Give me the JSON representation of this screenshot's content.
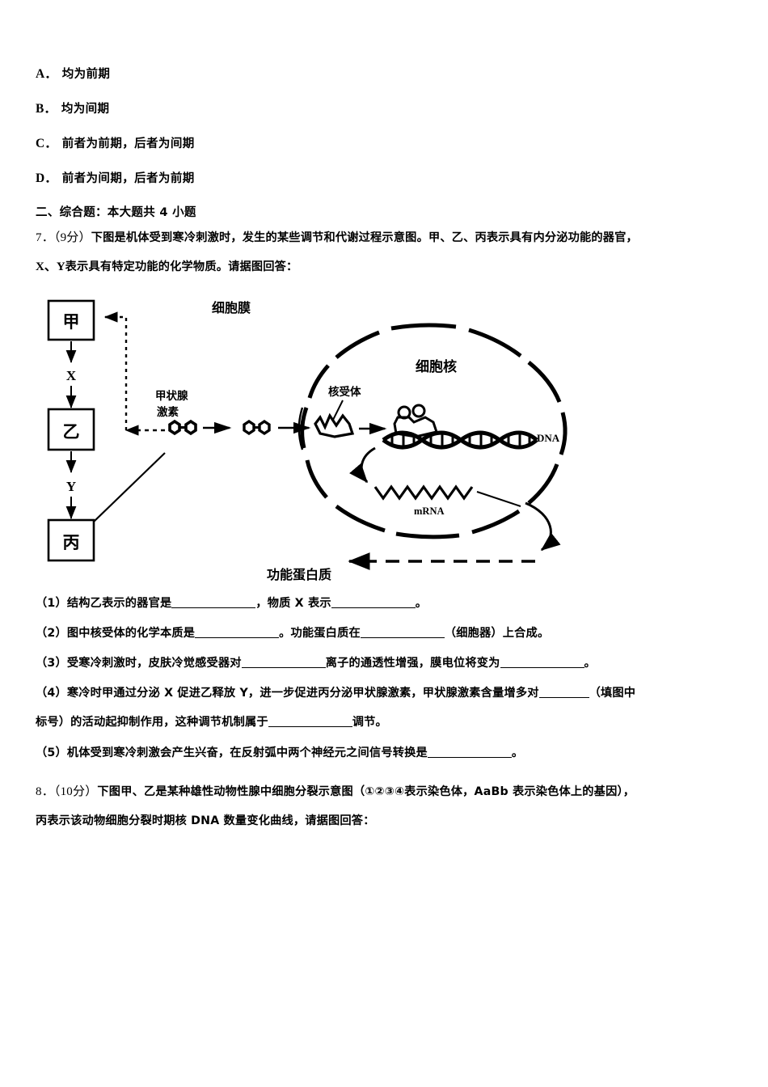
{
  "document": {
    "type": "exam-paper",
    "subject_hint": "biology",
    "page_bg": "#ffffff",
    "text_color": "#000000"
  },
  "choices": [
    {
      "label": "A",
      "text": "均为前期"
    },
    {
      "label": "B",
      "text": "均为间期"
    },
    {
      "label": "C",
      "text": "前者为前期，后者为间期"
    },
    {
      "label": "D",
      "text": "前者为间期，后者为前期"
    }
  ],
  "section": {
    "heading": "二、综合题：本大题共 4 小题"
  },
  "question7": {
    "number": "7．",
    "score": "（9分）",
    "stem_line1": "下图是机体受到寒冷刺激时，发生的某些调节和代谢过程示意图。甲、乙、丙表示具有内分泌功能的器官，",
    "stem_line2_latin": "X、Y",
    "stem_line2": "表示具有特定功能的化学物质。请据图回答：",
    "subquestions": [
      {
        "marker": "（1）",
        "part1": "结构乙表示的器官是",
        "part2": "，物质 X 表示",
        "part3": "。"
      },
      {
        "marker": "（2）",
        "part1": "图中核受体的化学本质是",
        "part2": "。功能蛋白质在",
        "part3": "（细胞器）上合成。"
      },
      {
        "marker": "（3）",
        "part1": "受寒冷刺激时，皮肤冷觉感受器对",
        "part2": "离子的通透性增强，膜电位将变为",
        "part3": "。"
      },
      {
        "marker": "（4）",
        "part1": "寒冷时甲通过分泌 X 促进乙释放 Y，进一步促进丙分泌甲状腺激素，甲状腺激素含量增多对",
        "part2": "（填图中",
        "cont_part1": "标号）的活动起抑制作用，这种调节机制属于",
        "cont_part2": "调节。"
      },
      {
        "marker": "（5）",
        "part1": "机体受到寒冷刺激会产生兴奋，在反射弧中两个神经元之间信号转换是",
        "part2": "。"
      }
    ]
  },
  "figure": {
    "name": "cold-stimulus-endocrine-diagram",
    "boxes": [
      {
        "id": "jia",
        "label": "甲"
      },
      {
        "id": "yi",
        "label": "乙"
      },
      {
        "id": "bing",
        "label": "丙"
      }
    ],
    "arrow_labels": [
      {
        "id": "x",
        "label": "X"
      },
      {
        "id": "y",
        "label": "Y"
      }
    ],
    "labels": {
      "cell_membrane": "细胞膜",
      "thyroid_hormone": "甲状腺\n激素",
      "thyroid_hormone_line1": "甲状腺",
      "thyroid_hormone_line2": "激素",
      "nuclear_receptor": "核受体",
      "nucleus": "细胞核",
      "dna": "DNA",
      "mrna": "mRNA",
      "functional_protein": "功能蛋白质"
    }
  },
  "question8": {
    "number": "8．",
    "score": "（10分）",
    "stem_line1": "下图甲、乙是某种雄性动物性腺中细胞分裂示意图（①②③④表示染色体，AaBb 表示染色体上的基因），",
    "stem_line2": "丙表示该动物细胞分裂时期核 DNA 数量变化曲线，请据图回答："
  }
}
